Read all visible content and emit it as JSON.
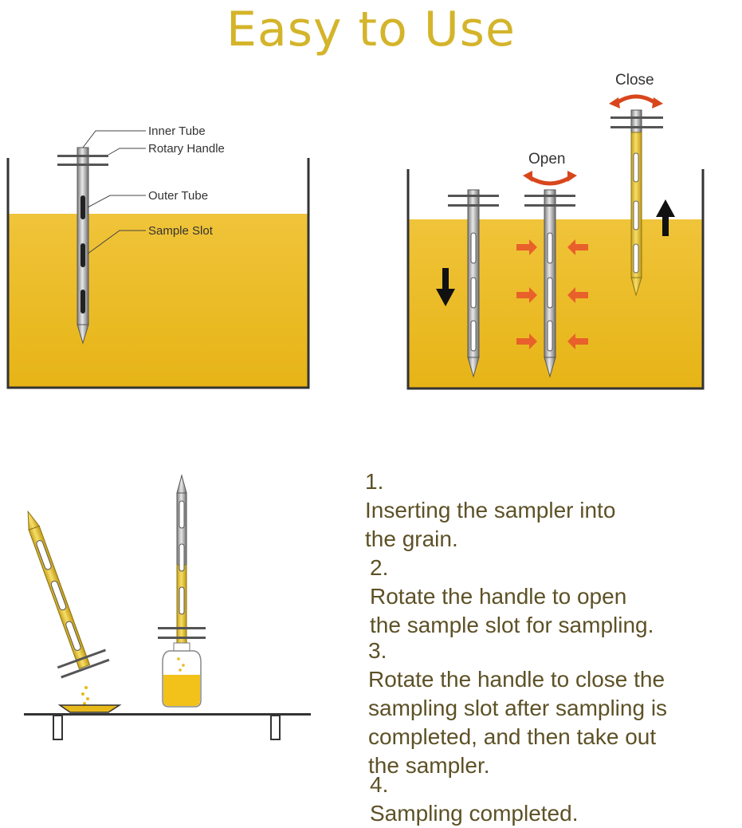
{
  "title": "Easy to Use",
  "labels": {
    "inner_tube": "Inner Tube",
    "rotary_handle": "Rotary Handle",
    "outer_tube": "Outer Tube",
    "sample_slot": "Sample Slot",
    "open": "Open",
    "close": "Close"
  },
  "steps": [
    {
      "number": "1.",
      "text": "Inserting the sampler into\n the grain."
    },
    {
      "number": "2.",
      "text": "Rotate the handle to open\n the sample slot for sampling."
    },
    {
      "number": "3.",
      "text": "Rotate the handle to close the\n sampling slot after sampling is\n completed, and then take out\n the sampler."
    },
    {
      "number": "4.",
      "text": "Sampling completed."
    }
  ],
  "colors": {
    "title": "#d4b42a",
    "grain": "#e8b91a",
    "grain_light": "#f3ce4a",
    "tube": "#9a9a9a",
    "arrow_red": "#e8602a",
    "step_text": "#5d5126"
  }
}
